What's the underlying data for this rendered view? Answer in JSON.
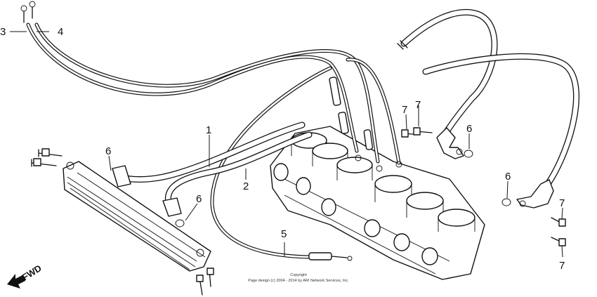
{
  "callouts": {
    "c1": "1",
    "c2": "2",
    "c3": "3",
    "c4": "4",
    "c5": "5",
    "c6a": "6",
    "c6b": "6",
    "c6c": "6",
    "c6d": "6",
    "c7a": "7",
    "c7b": "7",
    "c7c": "7",
    "c7d": "7"
  },
  "direction_label": "FWD",
  "copyright": {
    "line1": "Copyright",
    "line2": "Page design (c) 2004 - 2014 by ARI Network Services, Inc."
  }
}
